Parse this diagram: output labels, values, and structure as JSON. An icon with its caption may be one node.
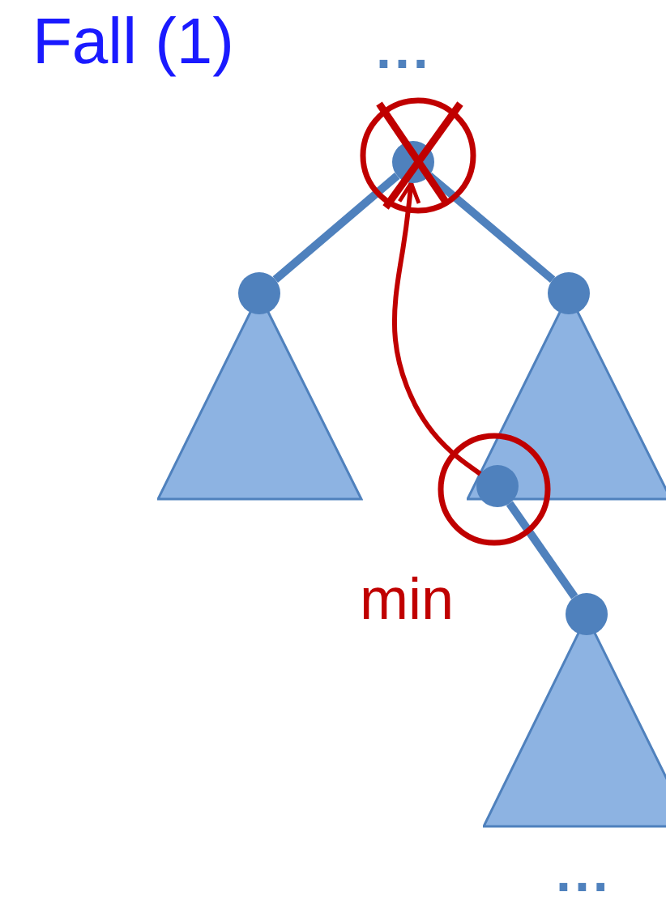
{
  "diagram": {
    "title": "Fall (1)",
    "nodes": [
      {
        "text": [],
        "shape": "circle"
      },
      {
        "text": [],
        "shape": "circle"
      },
      {
        "text": [],
        "shape": "circle"
      },
      {
        "text": [],
        "shape": "triangle"
      },
      {
        "text": [],
        "shape": "triangle"
      },
      {
        "text": [],
        "shape": "circle"
      },
      {
        "text": [],
        "shape": "circle"
      },
      {
        "text": [],
        "shape": "triangle"
      }
    ],
    "edges": [
      {
        "from": 0,
        "to": 1,
        "arrow": "none"
      },
      {
        "from": 0,
        "to": 2,
        "arrow": "none"
      },
      {
        "from": 5,
        "to": 6,
        "arrow": "none"
      },
      {
        "from": 5,
        "to": 0,
        "arrow": "to",
        "color": "#c00000"
      }
    ],
    "labels": [
      "...",
      "min",
      "..."
    ]
  }
}
